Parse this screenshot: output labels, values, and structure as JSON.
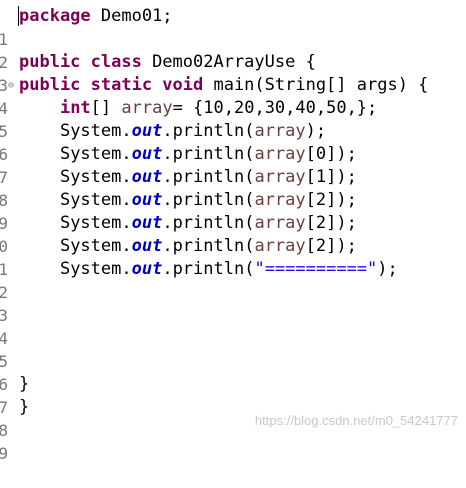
{
  "lines": [
    {
      "n": "1",
      "t1": "package",
      "t2": " Demo01;"
    },
    {
      "n": "2"
    },
    {
      "n": "3",
      "t1": "public class",
      "t2": " Demo02ArrayUse {"
    },
    {
      "n": "4",
      "t1": "public static void",
      "t2": " main(String[] args) {"
    },
    {
      "n": "5",
      "k": "int",
      "a": "[] ",
      "v": "array",
      "b": "= {10,20,30,40,50,};"
    },
    {
      "n": "6",
      "p": "System.",
      "f": "out",
      "m": ".println(",
      "v": "array",
      "e": ");"
    },
    {
      "n": "7",
      "p": "System.",
      "f": "out",
      "m": ".println(",
      "v": "array",
      "e": "[0]);"
    },
    {
      "n": "8",
      "p": "System.",
      "f": "out",
      "m": ".println(",
      "v": "array",
      "e": "[1]);"
    },
    {
      "n": "9",
      "p": "System.",
      "f": "out",
      "m": ".println(",
      "v": "array",
      "e": "[2]);"
    },
    {
      "n": "0",
      "p": "System.",
      "f": "out",
      "m": ".println(",
      "v": "array",
      "e": "[2]);"
    },
    {
      "n": "1",
      "p": "System.",
      "f": "out",
      "m": ".println(",
      "v": "array",
      "e": "[2]);"
    },
    {
      "n": "2",
      "p": "System.",
      "f": "out",
      "m": ".println(",
      "s": "\"==========\"",
      "e": ");"
    },
    {
      "n": "3"
    },
    {
      "n": "4"
    },
    {
      "n": "5"
    },
    {
      "n": "6"
    },
    {
      "n": "7",
      "c": "}"
    },
    {
      "n": "8",
      "c": "}"
    },
    {
      "n": "9"
    }
  ],
  "watermark": "https://blog.csdn.net/m0_54241777"
}
